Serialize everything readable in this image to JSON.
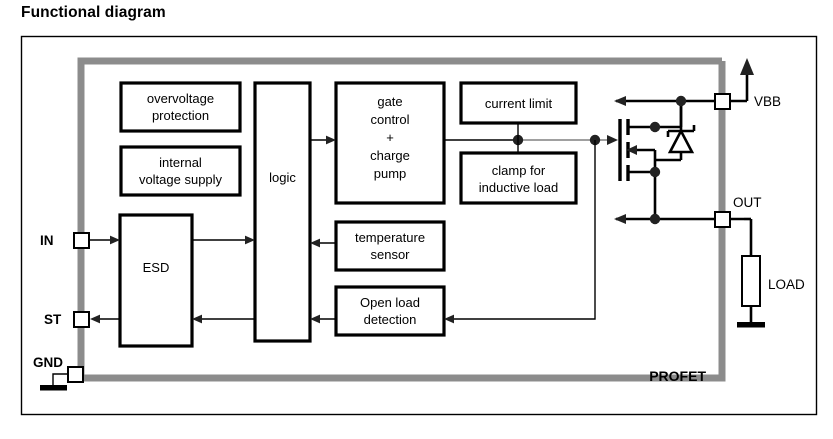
{
  "page": {
    "title": "Functional diagram",
    "brand_label": "PROFET"
  },
  "blocks": [
    {
      "id": "overvoltage-protection",
      "lines": [
        "overvoltage",
        "protection"
      ]
    },
    {
      "id": "internal-voltage-supply",
      "lines": [
        "internal",
        "voltage supply"
      ]
    },
    {
      "id": "logic",
      "lines": [
        "logic"
      ]
    },
    {
      "id": "gate-control-charge-pump",
      "lines": [
        "gate",
        "control",
        "+",
        "charge",
        "pump"
      ]
    },
    {
      "id": "current-limit",
      "lines": [
        "current limit"
      ]
    },
    {
      "id": "clamp-inductive-load",
      "lines": [
        "clamp for",
        "inductive load"
      ]
    },
    {
      "id": "temperature-sensor",
      "lines": [
        "temperature",
        "sensor"
      ]
    },
    {
      "id": "open-load-detection",
      "lines": [
        "Open load",
        "detection"
      ]
    },
    {
      "id": "esd",
      "lines": [
        "ESD"
      ]
    }
  ],
  "pins": [
    {
      "id": "in",
      "label": "IN"
    },
    {
      "id": "st",
      "label": "ST"
    },
    {
      "id": "gnd",
      "label": "GND"
    },
    {
      "id": "vbb",
      "label": "VBB"
    },
    {
      "id": "out",
      "label": "OUT"
    }
  ],
  "external": [
    {
      "id": "load",
      "label": "LOAD"
    }
  ],
  "colors": {
    "chip_boundary": "#8c8c8c",
    "wire": "#000000",
    "block_fill": "#ffffff",
    "page_background": "#ffffff"
  }
}
